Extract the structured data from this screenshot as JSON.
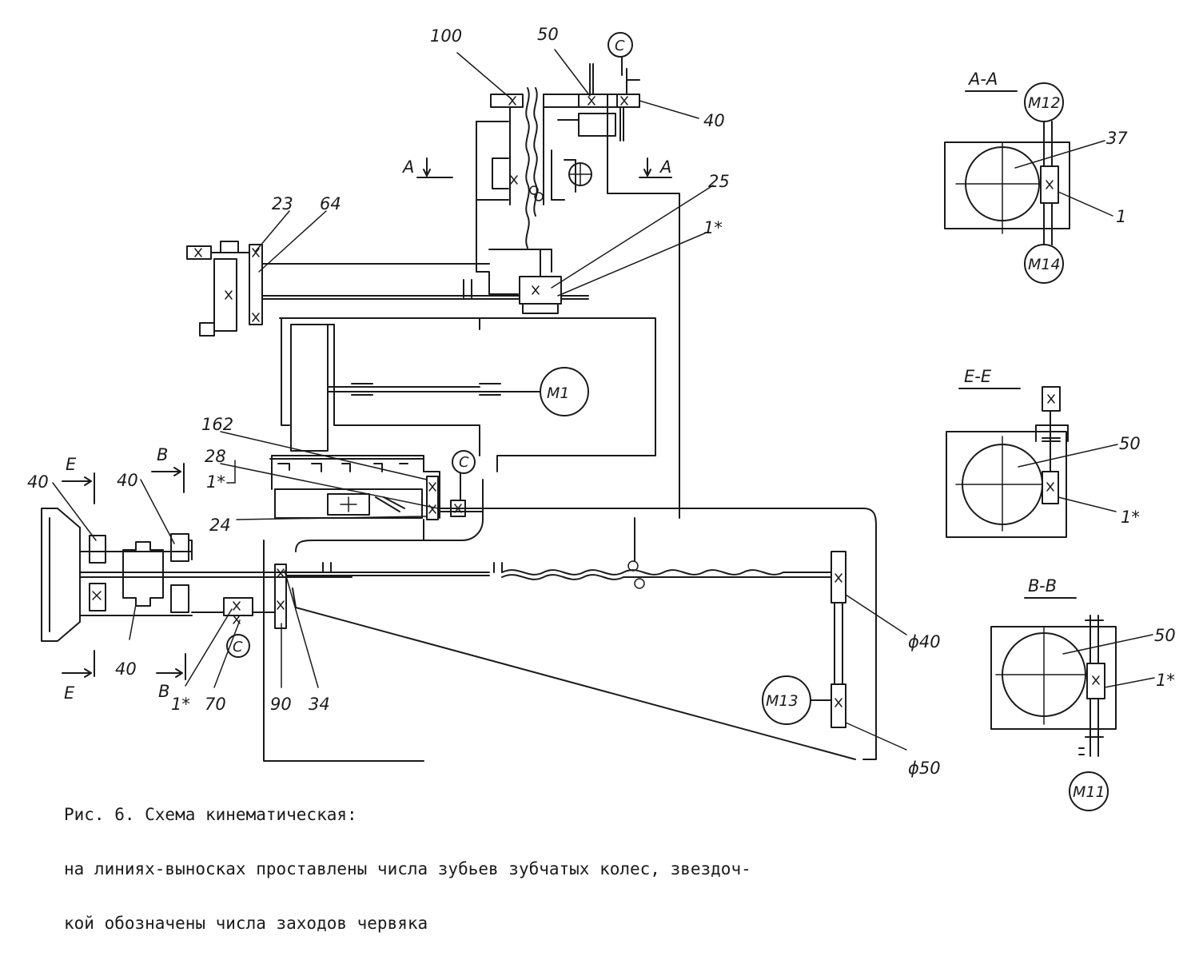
{
  "caption": {
    "line1": "Рис. 6. Схема кинематическая:",
    "line2": "на линиях-выносках проставлены числа зубьев зубчатых колес, звездоч-",
    "line3": "кой обозначены числа заходов червяка"
  },
  "main_labels": {
    "n100": "100",
    "n50_top": "50",
    "n40_top": "40",
    "c_top": "C",
    "a_left": "A",
    "a_right": "A",
    "n25": "25",
    "n1star_top": "1*",
    "n23": "23",
    "n64": "64",
    "m1": "M1",
    "n162": "162",
    "n28": "28",
    "n1star_mid": "1*",
    "c_mid": "C",
    "n24": "24",
    "e_top": "E",
    "b_top": "B",
    "n40_left": "40",
    "n40_mid": "40",
    "n40_bottom": "40",
    "e_bottom": "E",
    "b_bottom": "B",
    "c_bottom": "C",
    "n1star_bottom": "1*",
    "n70": "70",
    "n90": "90",
    "n34": "34",
    "phi40": "ϕ40",
    "phi50": "ϕ50",
    "m13": "M13"
  },
  "section_aa": {
    "title": "A-A",
    "m12": "M12",
    "m14": "M14",
    "n37": "37",
    "n1": "1"
  },
  "section_ee": {
    "title": "E-E",
    "n50": "50",
    "n1star": "1*"
  },
  "section_bb": {
    "title": "B-B",
    "n50": "50",
    "n1star": "1*",
    "m11": "M11"
  }
}
